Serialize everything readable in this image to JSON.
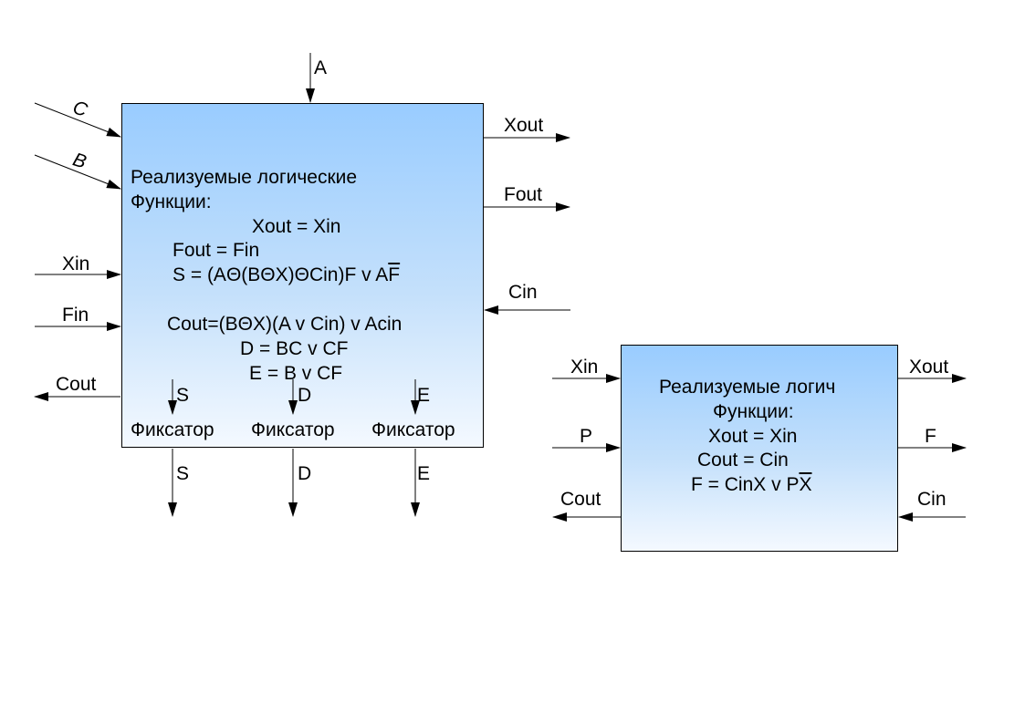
{
  "main_block": {
    "title_line1": "Реализуемые логические",
    "title_line2": "Функции:",
    "eq_xout": "Xout = Xin",
    "eq_fout": "Fout = Fin",
    "eq_s_main": "S = (AΘ(BΘX)ΘCin)F v A",
    "eq_s_bar": "F",
    "eq_cout": "Cout=(BΘX)(A v Cin) v Acin",
    "eq_d": "D = BC v CF",
    "eq_e": "E = B v CF",
    "fixator_label": "Фиксатор",
    "inputs": {
      "a": "A",
      "c": "C",
      "b": "B",
      "xin": "Xin",
      "fin": "Fin",
      "cin": "Cin"
    },
    "outputs": {
      "xout": "Xout",
      "fout": "Fout",
      "cout": "Cout",
      "s": "S",
      "d": "D",
      "e": "E"
    }
  },
  "small_block": {
    "title_line1": "Реализуемые логич",
    "title_line2": "Функции:",
    "eq_xout": "Xout = Xin",
    "eq_cout": "Cout = Cin",
    "eq_f_main": "F = CinX v P",
    "eq_f_bar": "X",
    "inputs": {
      "xin": "Xin",
      "p": "P",
      "cin": "Cin"
    },
    "outputs": {
      "xout": "Xout",
      "f": "F",
      "cout": "Cout"
    }
  }
}
